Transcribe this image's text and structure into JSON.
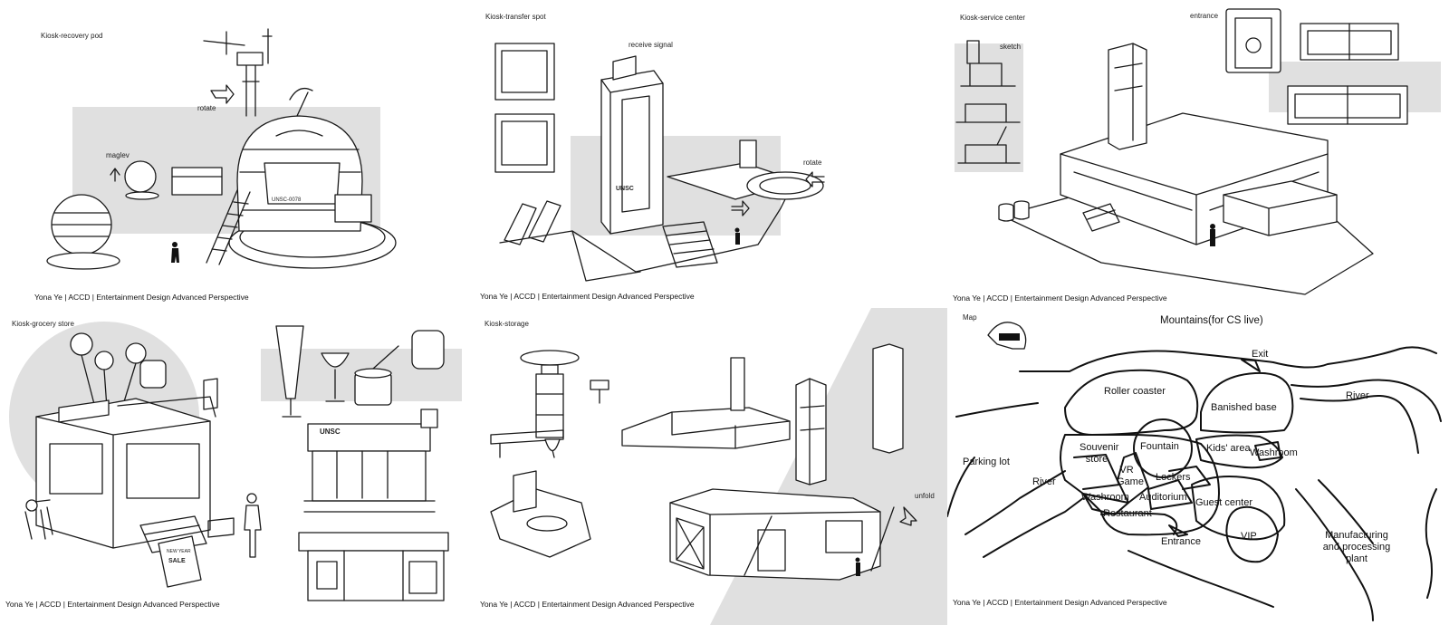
{
  "credit": "Yona Ye | ACCD | Entertainment Design Advanced Perspective",
  "panels": {
    "recovery_pod": {
      "title": "Kiosk-recovery pod",
      "rotate": "rotate",
      "maglev": "maglev",
      "decal": "UNSC-0078"
    },
    "transfer_spot": {
      "title": "Kiosk-transfer spot",
      "receive_signal": "receive signal",
      "rotate": "rotate",
      "decal": "UNSC"
    },
    "service_center": {
      "title": "Kiosk-service center",
      "sketch": "sketch",
      "entrance": "entrance"
    },
    "grocery_store": {
      "title": "Kiosk-grocery store",
      "decal_unsc": "UNSC",
      "sign_sale": "SALE",
      "sign_new_year": "NEW YEAR"
    },
    "storage": {
      "title": "Kiosk-storage",
      "unfold": "unfold"
    },
    "map": {
      "title": "Map",
      "labels": {
        "mountains": "Mountains(for CS live)",
        "exit": "Exit",
        "roller_coaster": "Roller coaster",
        "banished_base": "Banished base",
        "river_right": "River",
        "parking_lot": "Parking lot",
        "fountain": "Fountain",
        "souvenir": "Souvenir store",
        "kids_area": "Kids' area",
        "washroom_right": "Washroom",
        "vr_game": "VR Game",
        "lockers": "Lockers",
        "river_left": "River",
        "washroom_left": "Washroom",
        "auditorium": "Auditorium",
        "guest_center": "Guest center",
        "restaurant": "Restaurant",
        "vip": "VIP",
        "entrance": "Entrance",
        "manufacturing": "Manufacturing and processing plant"
      }
    }
  }
}
